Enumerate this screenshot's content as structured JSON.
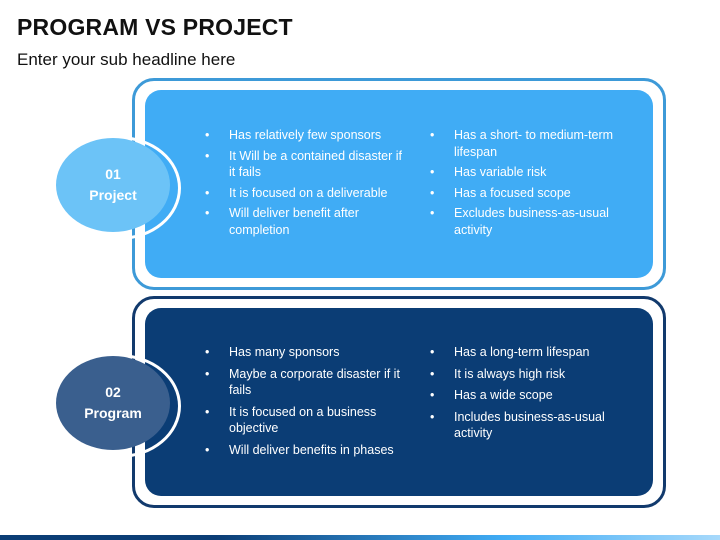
{
  "slide": {
    "title": "PROGRAM VS PROJECT",
    "subtitle": "Enter your sub headline here"
  },
  "cards": [
    {
      "number": "01",
      "label": "Project",
      "colors": {
        "outer_border": "#3d9ad8",
        "fill": "#40acf5",
        "badge": "#6cc3f7"
      },
      "left_column": [
        "Has relatively few sponsors",
        "It Will be a contained disaster if it fails",
        "It is focused on a deliverable",
        "Will deliver benefit after completion"
      ],
      "right_column": [
        "Has a short- to medium-term lifespan",
        "Has variable risk",
        "Has a focused scope",
        "Excludes business-as-usual activity"
      ]
    },
    {
      "number": "02",
      "label": "Program",
      "colors": {
        "outer_border": "#123a6d",
        "fill": "#0b3d75",
        "badge": "#3a5f8e"
      },
      "left_column": [
        "Has many sponsors",
        "Maybe a corporate disaster if it fails",
        "It is focused on a business objective",
        "Will deliver benefits in phases"
      ],
      "right_column": [
        "Has a long-term lifespan",
        "It is always high risk",
        "Has a wide scope",
        "Includes business-as-usual activity"
      ]
    }
  ],
  "bullet_glyph": "•"
}
